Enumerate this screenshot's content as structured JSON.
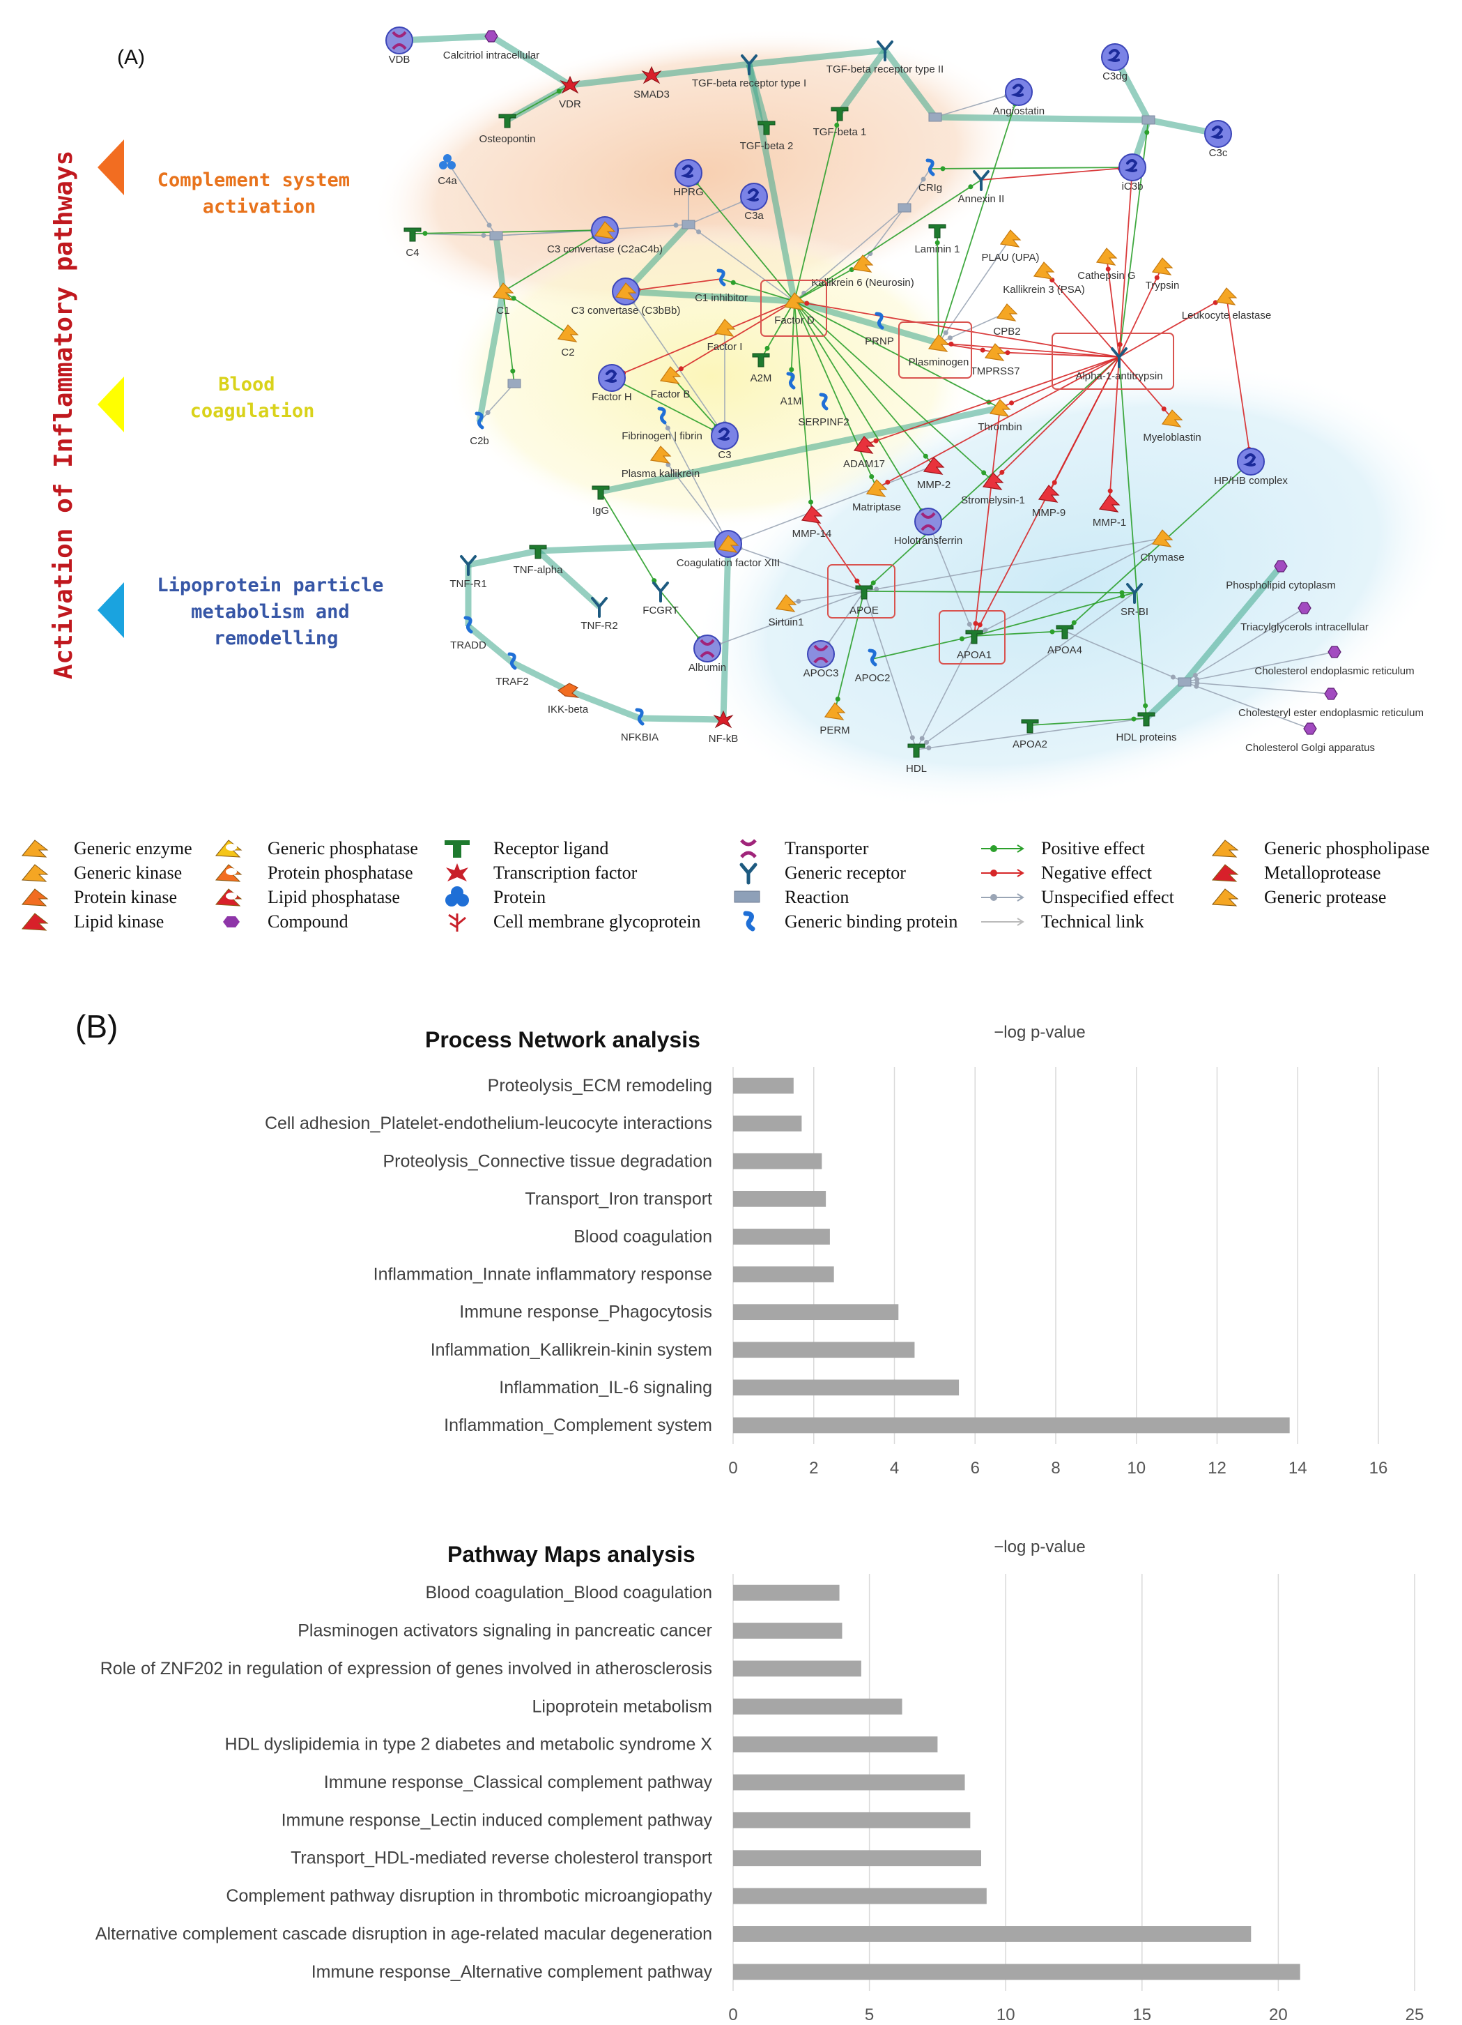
{
  "panel_a": {
    "label": "(A)",
    "vertical_title": "Activation of Inflammatory pathways",
    "sections": [
      {
        "label": "Complement system activation",
        "color": "#f26d21"
      },
      {
        "label": "Blood coagulation",
        "color": "#ffff00"
      },
      {
        "label": "Lipoprotein particle metabolism and remodelling",
        "color": "#1aa3df"
      }
    ],
    "section_lines": [
      [
        "Complement system",
        "activation"
      ],
      [
        "Blood",
        "coagulation"
      ],
      [
        "Lipoprotein particle",
        "metabolism and",
        "remodelling"
      ]
    ],
    "nodes": [
      "VDB",
      "Calcitriol intracellular",
      "VDR",
      "SMAD3",
      "TGF-beta receptor type I",
      "TGF-beta receptor type II",
      "C3dg",
      "Osteopontin",
      "TGF-beta 2",
      "TGF-beta 1",
      "Angiostatin",
      "C3c",
      "C4a",
      "HPRG",
      "C3a",
      "CRIg",
      "Annexin II",
      "iC3b",
      "C4",
      "C3 convertase (C2aC4b)",
      "Laminin 1",
      "PLAU (UPA)",
      "Kallikrein 6 (Neurosin)",
      "Cathepsin G",
      "Trypsin",
      "Kallikrein 3 (PSA)",
      "C1",
      "C3 convertase (C3bBb)",
      "C1 inhibitor",
      "Factor D",
      "Leukocyte elastase",
      "CPB2",
      "C2",
      "Factor I",
      "PRNP",
      "Plasminogen",
      "Alpha-1-antitrypsin",
      "TMPRSS7",
      "Factor H",
      "Factor B",
      "A2M",
      "A1M",
      "SERPINF2",
      "Thrombin",
      "Myeloblastin",
      "C2b",
      "Fibrinogen | fibrin",
      "C3",
      "Plasma kallikrein",
      "ADAM17",
      "MMP-2",
      "Stromelysin-1",
      "HP/HB complex",
      "IgG",
      "Matriptase",
      "MMP-9",
      "MMP-1",
      "MMP-14",
      "Holotransferrin",
      "Coagulation factor XIII",
      "Chymase",
      "TNF-R1",
      "TNF-alpha",
      "APOE",
      "SR-BI",
      "Phospholipid cytoplasm",
      "FCGRT",
      "Sirtuin1",
      "Triacylglycerols intracellular",
      "TNF-R2",
      "APOA4",
      "TRADD",
      "Albumin",
      "APOA1",
      "Cholesterol endoplasmic reticulum",
      "APOC3",
      "APOC2",
      "TRAF2",
      "Cholesteryl ester endoplasmic reticulum",
      "IKK-beta",
      "PERM",
      "APOA2",
      "HDL proteins",
      "NFKBIA",
      "NF-kB",
      "Cholesterol Golgi apparatus",
      "HDL"
    ],
    "legend": [
      [
        {
          "label": "Generic enzyme",
          "color": "#f5a623",
          "icon": "enzyme-icon"
        },
        {
          "label": "Generic kinase",
          "color": "#f5a623",
          "icon": "kinase-icon"
        },
        {
          "label": "Protein kinase",
          "color": "#f26d21",
          "icon": "protein-kinase-icon"
        },
        {
          "label": "Lipid kinase",
          "color": "#d8202a",
          "icon": "lipid-kinase-icon"
        }
      ],
      [
        {
          "label": "Generic phosphatase",
          "color": "#f5c518",
          "icon": "phosphatase-icon"
        },
        {
          "label": "Protein phosphatase",
          "color": "#f26d21",
          "icon": "protein-phosphatase-icon"
        },
        {
          "label": "Lipid phosphatase",
          "color": "#d8202a",
          "icon": "lipid-phosphatase-icon"
        },
        {
          "label": "Compound",
          "color": "#8e35a8",
          "icon": "compound-icon"
        }
      ],
      [
        {
          "label": "Receptor ligand",
          "color": "#1e7a2e",
          "icon": "receptor-ligand-icon"
        },
        {
          "label": "Transcription factor",
          "color": "#c8202a",
          "icon": "transcription-factor-icon"
        },
        {
          "label": "Protein",
          "color": "#1f6fd6",
          "icon": "protein-icon"
        },
        {
          "label": "Cell membrane glycoprotein",
          "color": "#c8202a",
          "icon": "glycoprotein-icon"
        }
      ],
      [
        {
          "label": "Transporter",
          "color": "#a0247a",
          "icon": "transporter-icon"
        },
        {
          "label": "Generic receptor",
          "color": "#1d5a80",
          "icon": "receptor-icon"
        },
        {
          "label": "Reaction",
          "color": "#8ea0b8",
          "icon": "reaction-icon"
        },
        {
          "label": "Generic binding protein",
          "color": "#1f6fd6",
          "icon": "binding-protein-icon"
        }
      ],
      [
        {
          "label": "Positive effect",
          "color": "#2ca02c",
          "icon": "positive-effect-icon"
        },
        {
          "label": "Negative effect",
          "color": "#d62728",
          "icon": "negative-effect-icon"
        },
        {
          "label": "Unspecified effect",
          "color": "#9aa5b5",
          "icon": "unspecified-effect-icon"
        },
        {
          "label": "Technical link",
          "color": "#bbbbbb",
          "icon": "technical-link-icon"
        }
      ],
      [
        {
          "label": "Generic phospholipase",
          "color": "#f5a623",
          "icon": "phospholipase-icon"
        },
        {
          "label": "Metalloprotease",
          "color": "#d8202a",
          "icon": "metalloprotease-icon"
        },
        {
          "label": "Generic protease",
          "color": "#f5a623",
          "icon": "protease-icon"
        }
      ]
    ]
  },
  "panel_b": {
    "label": "(B)"
  },
  "chart_data": [
    {
      "type": "bar",
      "orientation": "horizontal",
      "title": "Process Network analysis",
      "xlabel": "−log p-value",
      "categories": [
        "Proteolysis_ECM remodeling",
        "Cell adhesion_Platelet-endothelium-leucocyte interactions",
        "Proteolysis_Connective tissue degradation",
        "Transport_Iron transport",
        "Blood coagulation",
        "Inflammation_Innate inflammatory response",
        "Immune response_Phagocytosis",
        "Inflammation_Kallikrein-kinin system",
        "Inflammation_IL-6 signaling",
        "Inflammation_Complement system"
      ],
      "values": [
        1.5,
        1.7,
        2.2,
        2.3,
        2.4,
        2.5,
        4.1,
        4.5,
        5.6,
        13.8
      ],
      "xlim": [
        0,
        16
      ],
      "xticks": [
        0,
        2,
        4,
        6,
        8,
        10,
        12,
        14,
        16
      ],
      "bar_color": "#a6a6a6",
      "grid": "vertical"
    },
    {
      "type": "bar",
      "orientation": "horizontal",
      "title": "Pathway Maps analysis",
      "xlabel": "−log p-value",
      "categories": [
        "Blood coagulation_Blood coagulation",
        "Plasminogen activators signaling in pancreatic cancer",
        "Role of ZNF202 in regulation of expression of genes involved in atherosclerosis",
        "Lipoprotein metabolism",
        "HDL dyslipidemia in type 2 diabetes and metabolic syndrome X",
        "Immune response_Classical complement pathway",
        "Immune response_Lectin induced complement pathway",
        "Transport_HDL-mediated reverse cholesterol transport",
        "Complement pathway disruption in thrombotic microangiopathy",
        "Alternative complement cascade disruption in age-related macular degeneration",
        "Immune response_Alternative complement pathway"
      ],
      "values": [
        3.9,
        4.0,
        4.7,
        6.2,
        7.5,
        8.5,
        8.7,
        9.1,
        9.3,
        19.0,
        20.8
      ],
      "xlim": [
        0,
        25
      ],
      "xticks": [
        0,
        5,
        10,
        15,
        20,
        25
      ],
      "bar_color": "#a6a6a6",
      "grid": "vertical"
    }
  ]
}
